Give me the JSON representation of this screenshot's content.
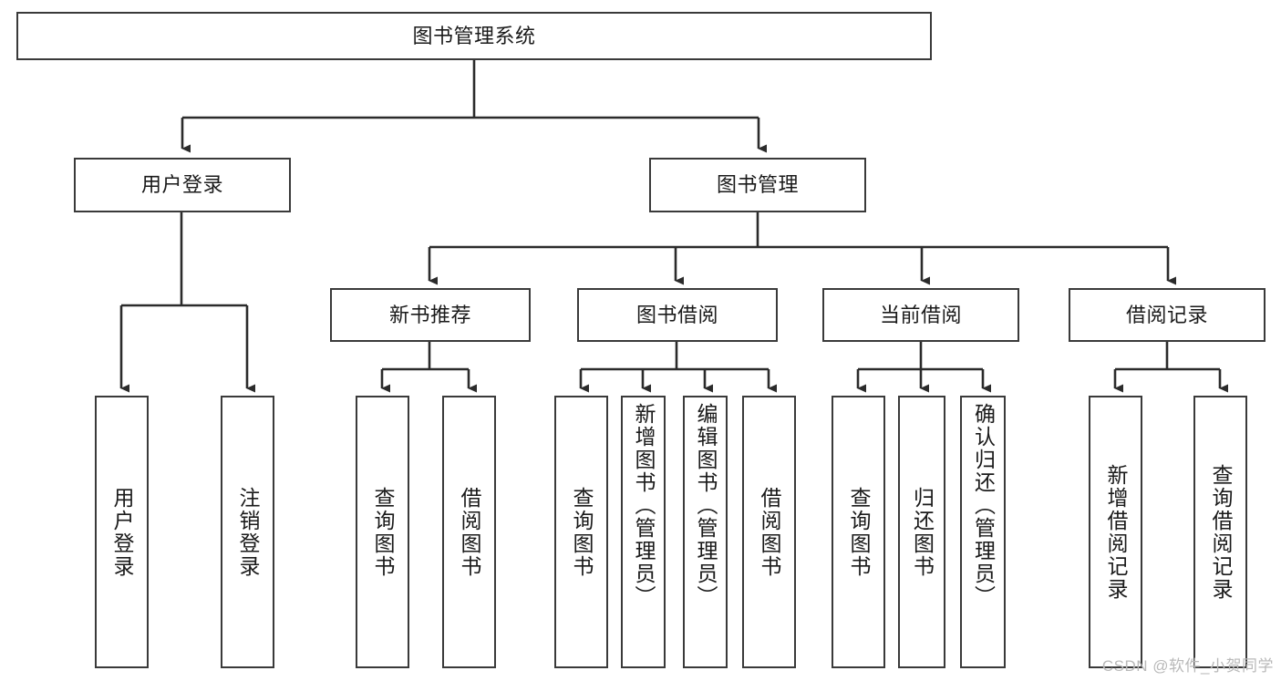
{
  "diagram": {
    "type": "tree",
    "title": "图书管理系统",
    "watermark": "CSDN @软件_小贺同学",
    "colors": {
      "box_border": "#3a3a3a",
      "box_fill": "#ffffff",
      "connector": "#2b2b2b",
      "text": "#1a1a1a",
      "watermark": "#b9b9b9"
    },
    "root": {
      "label": "图书管理系统"
    },
    "level2": [
      {
        "id": "user-login",
        "label": "用户登录"
      },
      {
        "id": "book-management",
        "label": "图书管理"
      }
    ],
    "level3": [
      {
        "id": "new-book-recommend",
        "label": "新书推荐",
        "parent": "book-management"
      },
      {
        "id": "book-borrow",
        "label": "图书借阅",
        "parent": "book-management"
      },
      {
        "id": "current-borrow",
        "label": "当前借阅",
        "parent": "book-management"
      },
      {
        "id": "borrow-record",
        "label": "借阅记录",
        "parent": "book-management"
      }
    ],
    "leaves": [
      {
        "id": "leaf-user-login",
        "label": "用户登录",
        "parent": "user-login"
      },
      {
        "id": "leaf-logout-login",
        "label": "注销登录",
        "parent": "user-login"
      },
      {
        "id": "leaf-query-book-1",
        "label": "查询图书",
        "parent": "new-book-recommend"
      },
      {
        "id": "leaf-borrow-book-1",
        "label": "借阅图书",
        "parent": "new-book-recommend"
      },
      {
        "id": "leaf-query-book-2",
        "label": "查询图书",
        "parent": "book-borrow"
      },
      {
        "id": "leaf-add-book-admin",
        "label": "新增图书（管理员）",
        "parent": "book-borrow"
      },
      {
        "id": "leaf-edit-book-admin",
        "label": "编辑图书（管理员）",
        "parent": "book-borrow"
      },
      {
        "id": "leaf-borrow-book-2",
        "label": "借阅图书",
        "parent": "book-borrow"
      },
      {
        "id": "leaf-query-book-3",
        "label": "查询图书",
        "parent": "current-borrow"
      },
      {
        "id": "leaf-return-book",
        "label": "归还图书",
        "parent": "current-borrow"
      },
      {
        "id": "leaf-confirm-return-admin",
        "label": "确认归还（管理员）",
        "parent": "current-borrow"
      },
      {
        "id": "leaf-add-borrow-record",
        "label": "新增借阅记录",
        "parent": "borrow-record"
      },
      {
        "id": "leaf-query-borrow-record",
        "label": "查询借阅记录",
        "parent": "borrow-record"
      }
    ]
  }
}
